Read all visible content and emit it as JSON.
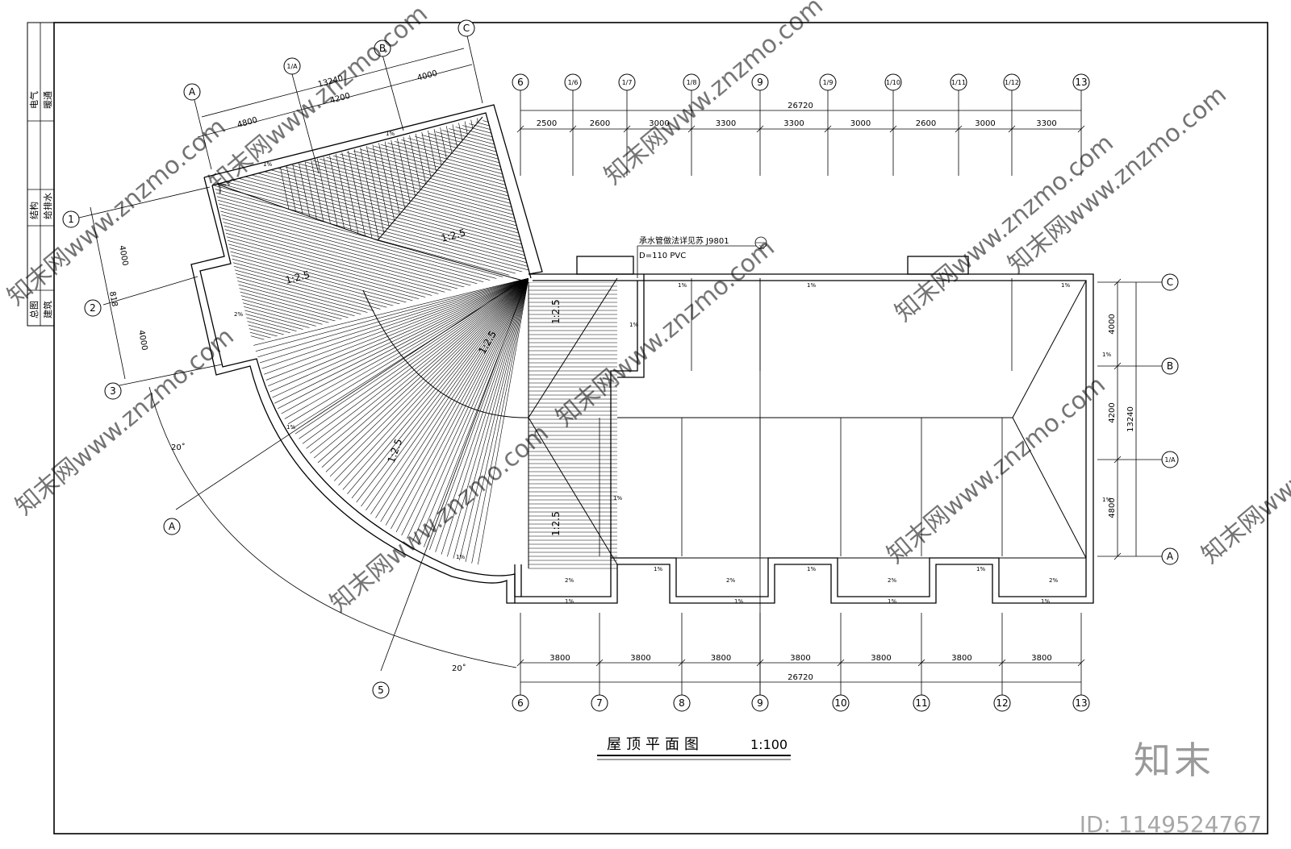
{
  "title_block": {
    "cells": [
      "电气",
      "暖通",
      "结构",
      "给排水",
      "总图",
      "建筑"
    ]
  },
  "drawing_title": "屋顶平面图",
  "drawing_scale": "1:100",
  "annotation": {
    "downpipe_note": "承水管做法详见苏 J9801",
    "downpipe_ref": "20",
    "pipe_spec": "D=110 PVC"
  },
  "grid_axes": {
    "top": [
      "6",
      "1/6",
      "1/7",
      "1/8",
      "9",
      "1/9",
      "1/10",
      "1/11",
      "1/12",
      "13"
    ],
    "bottom": [
      "6",
      "7",
      "8",
      "9",
      "10",
      "11",
      "12",
      "13"
    ],
    "right": [
      "C",
      "B",
      "1/A",
      "A"
    ],
    "wing_top": [
      "A",
      "1/A",
      "B",
      "C"
    ],
    "wing_left": [
      "1",
      "2",
      "3"
    ],
    "wing_radial": [
      "A",
      "5"
    ]
  },
  "dimensions": {
    "top_total": "26720",
    "top_segments": [
      "2500",
      "2600",
      "3000",
      "3300",
      "3300",
      "3000",
      "2600",
      "3000",
      "3300"
    ],
    "bottom_total": "26720",
    "bottom_segments": [
      "3800",
      "3800",
      "3800",
      "3800",
      "3800",
      "3800",
      "3800"
    ],
    "right_total": "13240",
    "right_segments": [
      "4000",
      "4200",
      "4800"
    ],
    "wing_total": "13240",
    "wing_segments": [
      "4800",
      "4200",
      "4000"
    ],
    "wing_left": [
      "4000",
      "818",
      "4000"
    ],
    "angles": [
      "20˚",
      "20˚"
    ]
  },
  "slopes": {
    "roof_ratio": "1:2.5",
    "gutter_small": "1%",
    "gutter_large": "2%"
  },
  "watermark": {
    "text": "知末网www.znzmo.com",
    "logo": "知末",
    "id": "ID: 1149524767"
  }
}
